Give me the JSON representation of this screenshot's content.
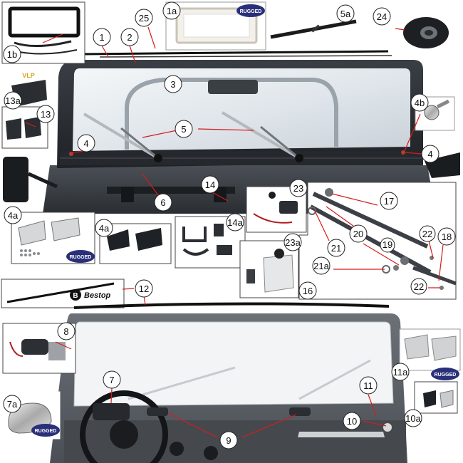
{
  "figure": {
    "parts": [
      {
        "id": "1",
        "label": "1"
      },
      {
        "id": "1a",
        "label": "1a"
      },
      {
        "id": "1b",
        "label": "1b"
      },
      {
        "id": "2",
        "label": "2"
      },
      {
        "id": "3",
        "label": "3"
      },
      {
        "id": "4",
        "label": "4"
      },
      {
        "id": "4r",
        "label": "4"
      },
      {
        "id": "4a",
        "label": "4a"
      },
      {
        "id": "4a2",
        "label": "4a"
      },
      {
        "id": "4b",
        "label": "4b"
      },
      {
        "id": "5",
        "label": "5"
      },
      {
        "id": "5a",
        "label": "5a"
      },
      {
        "id": "6",
        "label": "6"
      },
      {
        "id": "7",
        "label": "7"
      },
      {
        "id": "7a",
        "label": "7a"
      },
      {
        "id": "8",
        "label": "8"
      },
      {
        "id": "9",
        "label": "9"
      },
      {
        "id": "10",
        "label": "10"
      },
      {
        "id": "10a",
        "label": "10a"
      },
      {
        "id": "11",
        "label": "11"
      },
      {
        "id": "11a",
        "label": "11a"
      },
      {
        "id": "12",
        "label": "12"
      },
      {
        "id": "13",
        "label": "13"
      },
      {
        "id": "13a",
        "label": "13a"
      },
      {
        "id": "14",
        "label": "14"
      },
      {
        "id": "14a",
        "label": "14a"
      },
      {
        "id": "16",
        "label": "16"
      },
      {
        "id": "17",
        "label": "17"
      },
      {
        "id": "18",
        "label": "18"
      },
      {
        "id": "19",
        "label": "19"
      },
      {
        "id": "20",
        "label": "20"
      },
      {
        "id": "21",
        "label": "21"
      },
      {
        "id": "21a",
        "label": "21a"
      },
      {
        "id": "22",
        "label": "22"
      },
      {
        "id": "22b",
        "label": "22"
      },
      {
        "id": "23",
        "label": "23"
      },
      {
        "id": "23a",
        "label": "23a"
      },
      {
        "id": "24",
        "label": "24"
      },
      {
        "id": "25",
        "label": "25"
      }
    ]
  },
  "logos": {
    "oem_badge": "RUGGED",
    "bestop": "Bestop",
    "bestop_letter": "B",
    "small_badge": "VLP"
  },
  "colors": {
    "leader": "#d61c1c",
    "label_ring": "#222222",
    "frame_dark": "#2d3136",
    "glass": "#e9eef2",
    "panel_border": "#333333"
  }
}
